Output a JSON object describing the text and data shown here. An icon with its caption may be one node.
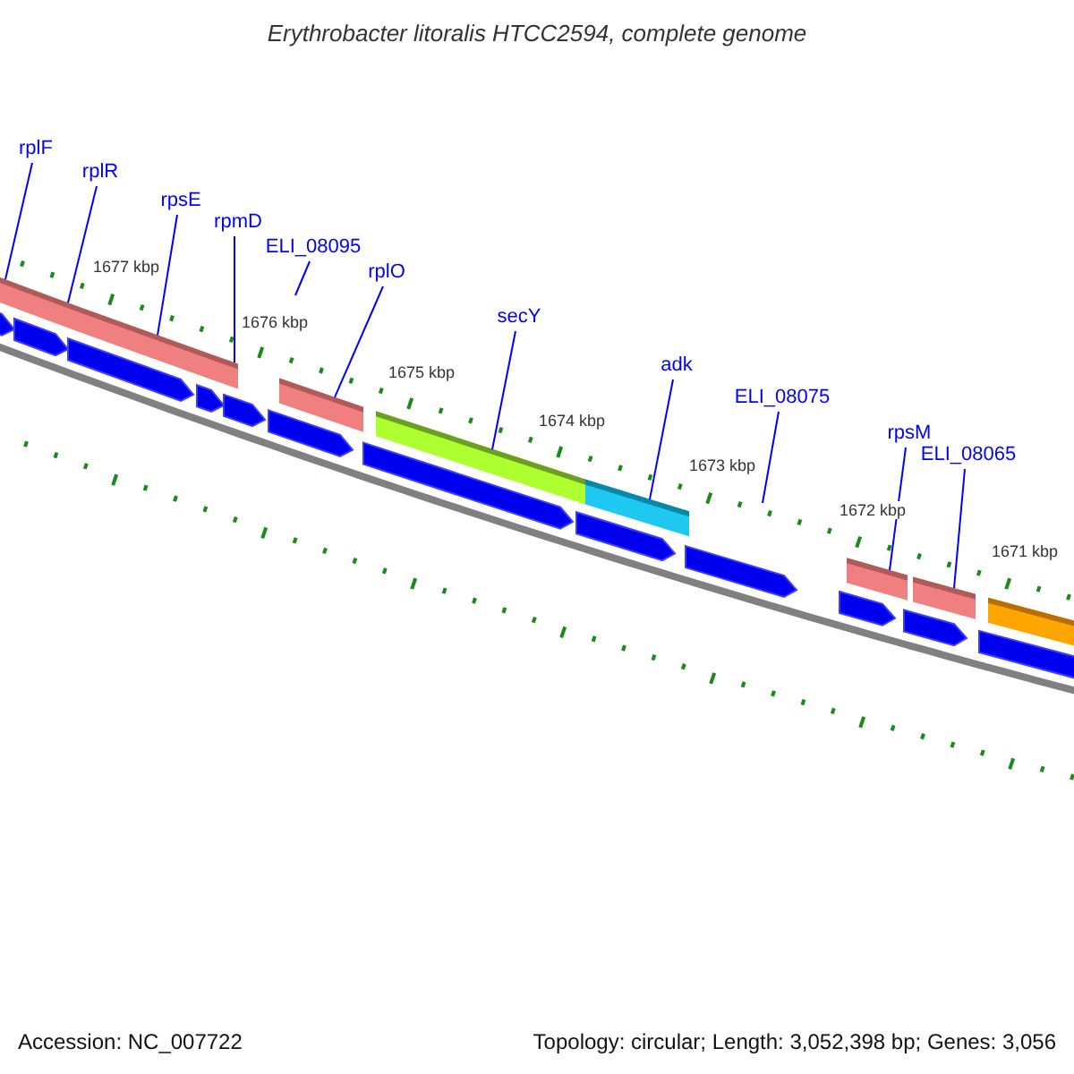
{
  "diagram": {
    "title": "Erythrobacter litoralis HTCC2594, complete genome",
    "nodes": [
      {
        "text": [
          "rplF"
        ]
      },
      {
        "text": [
          "rplR"
        ]
      },
      {
        "text": [
          "rpsE"
        ]
      },
      {
        "text": [
          "rpmD"
        ]
      },
      {
        "text": [
          "ELI_08095"
        ]
      },
      {
        "text": [
          "rplO"
        ]
      },
      {
        "text": [
          "secY"
        ]
      },
      {
        "text": [
          "adk"
        ]
      },
      {
        "text": [
          "ELI_08075"
        ]
      },
      {
        "text": [
          "rpsM"
        ]
      },
      {
        "text": [
          "ELI_08065"
        ]
      },
      {
        "text": [],
        "shape": "bar"
      },
      {
        "text": [],
        "shape": "bar"
      },
      {
        "text": [],
        "shape": "bar"
      },
      {
        "text": [],
        "shape": "bar"
      },
      {
        "text": [],
        "shape": "bar"
      },
      {
        "text": [],
        "shape": "bar"
      },
      {
        "text": [],
        "shape": "bar"
      },
      {
        "text": [],
        "shape": "bar"
      },
      {
        "text": [],
        "shape": "bar"
      },
      {
        "text": [],
        "shape": "bar"
      },
      {
        "text": [],
        "shape": "pentagon"
      },
      {
        "text": [],
        "shape": "pentagon"
      },
      {
        "text": [],
        "shape": "pentagon"
      },
      {
        "text": [],
        "shape": "pentagon"
      },
      {
        "text": [],
        "shape": "pentagon"
      },
      {
        "text": [],
        "shape": "pentagon"
      },
      {
        "text": [],
        "shape": "pentagon"
      },
      {
        "text": [],
        "shape": "pentagon"
      },
      {
        "text": [],
        "shape": "pentagon"
      },
      {
        "text": [],
        "shape": "pentagon"
      },
      {
        "text": [],
        "shape": "pentagon"
      },
      {
        "text": [],
        "shape": "pentagon"
      }
    ],
    "edges": [
      {
        "from": 0,
        "to": 11,
        "arrow": "none"
      },
      {
        "from": 1,
        "to": 12,
        "arrow": "none"
      },
      {
        "from": 2,
        "to": 13,
        "arrow": "none"
      },
      {
        "from": 3,
        "to": 14,
        "arrow": "none"
      },
      {
        "from": 4,
        "to": null,
        "arrow": "none"
      },
      {
        "from": 5,
        "to": 15,
        "arrow": "none"
      },
      {
        "from": 6,
        "to": 16,
        "arrow": "none"
      },
      {
        "from": 7,
        "to": 17,
        "arrow": "none"
      },
      {
        "from": 8,
        "to": null,
        "arrow": "none"
      },
      {
        "from": 9,
        "to": 18,
        "arrow": "none"
      },
      {
        "from": 10,
        "to": 19,
        "arrow": "none"
      }
    ],
    "labels": [
      "1677 kbp",
      "1676 kbp",
      "1675 kbp",
      "1674 kbp",
      "1673 kbp",
      "1672 kbp",
      "1671 kbp",
      "Accession: NC_007722",
      "Topology: circular; Length: 3,052,398 bp; Genes: 3,056"
    ]
  }
}
